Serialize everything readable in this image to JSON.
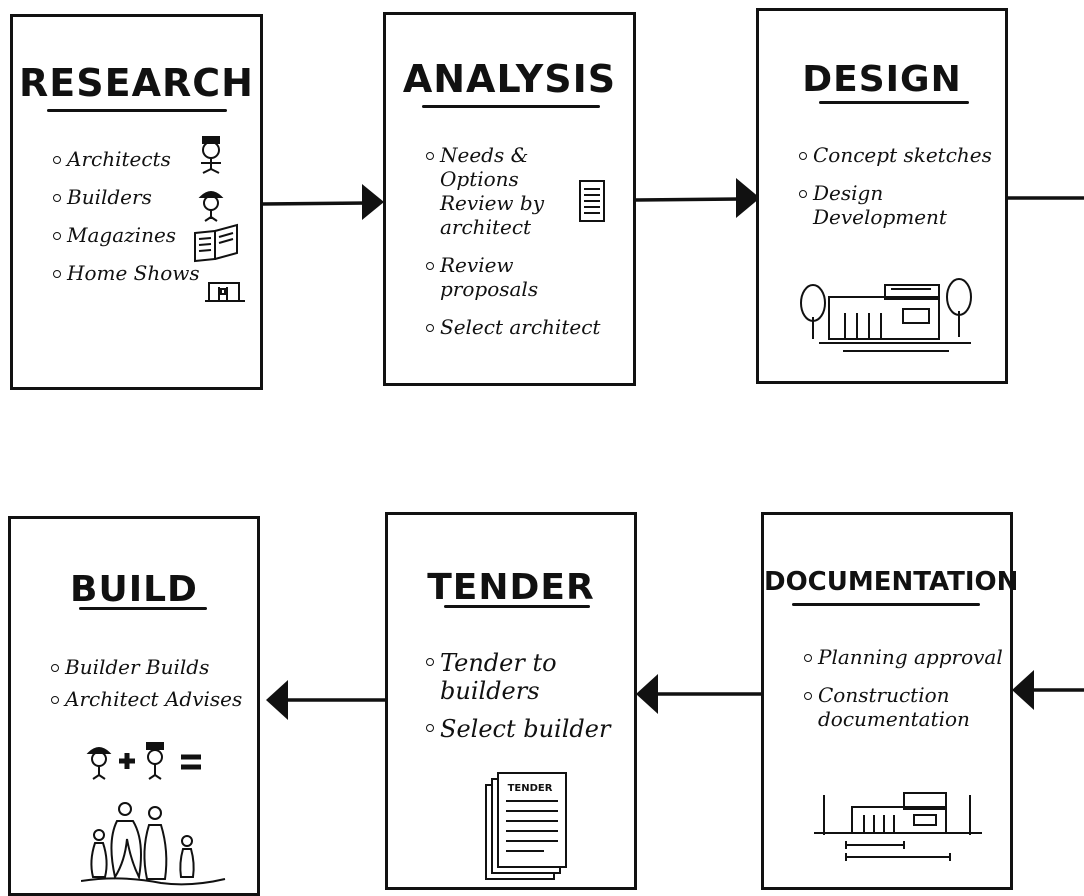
{
  "stages": [
    {
      "title": "RESEARCH",
      "items": [
        "Architects",
        "Builders",
        "Magazines",
        "Home Shows"
      ],
      "icons": [
        "architect-icon",
        "builder-icon",
        "magazine-icon",
        "home-show-icon"
      ]
    },
    {
      "title": "ANALYSIS",
      "items": [
        "Needs & Options Review by architect",
        "Review proposals",
        "Select architect"
      ],
      "icons": [
        "document-icon"
      ]
    },
    {
      "title": "DESIGN",
      "items": [
        "Concept sketches",
        "Design Development"
      ],
      "icons": [
        "house-sketch-icon"
      ]
    },
    {
      "title": "DOCUMENTATION",
      "items": [
        "Planning approval",
        "Construction documentation"
      ],
      "icons": [
        "house-plan-icon"
      ]
    },
    {
      "title": "TENDER",
      "items": [
        "Tender to builders",
        "Select builder"
      ],
      "icons": [
        "tender-document-icon"
      ],
      "tender_label": "TENDER"
    },
    {
      "title": "BUILD",
      "items": [
        "Builder Builds",
        "Architect Advises"
      ],
      "icons": [
        "builder-plus-architect-icon",
        "family-icon"
      ]
    }
  ]
}
